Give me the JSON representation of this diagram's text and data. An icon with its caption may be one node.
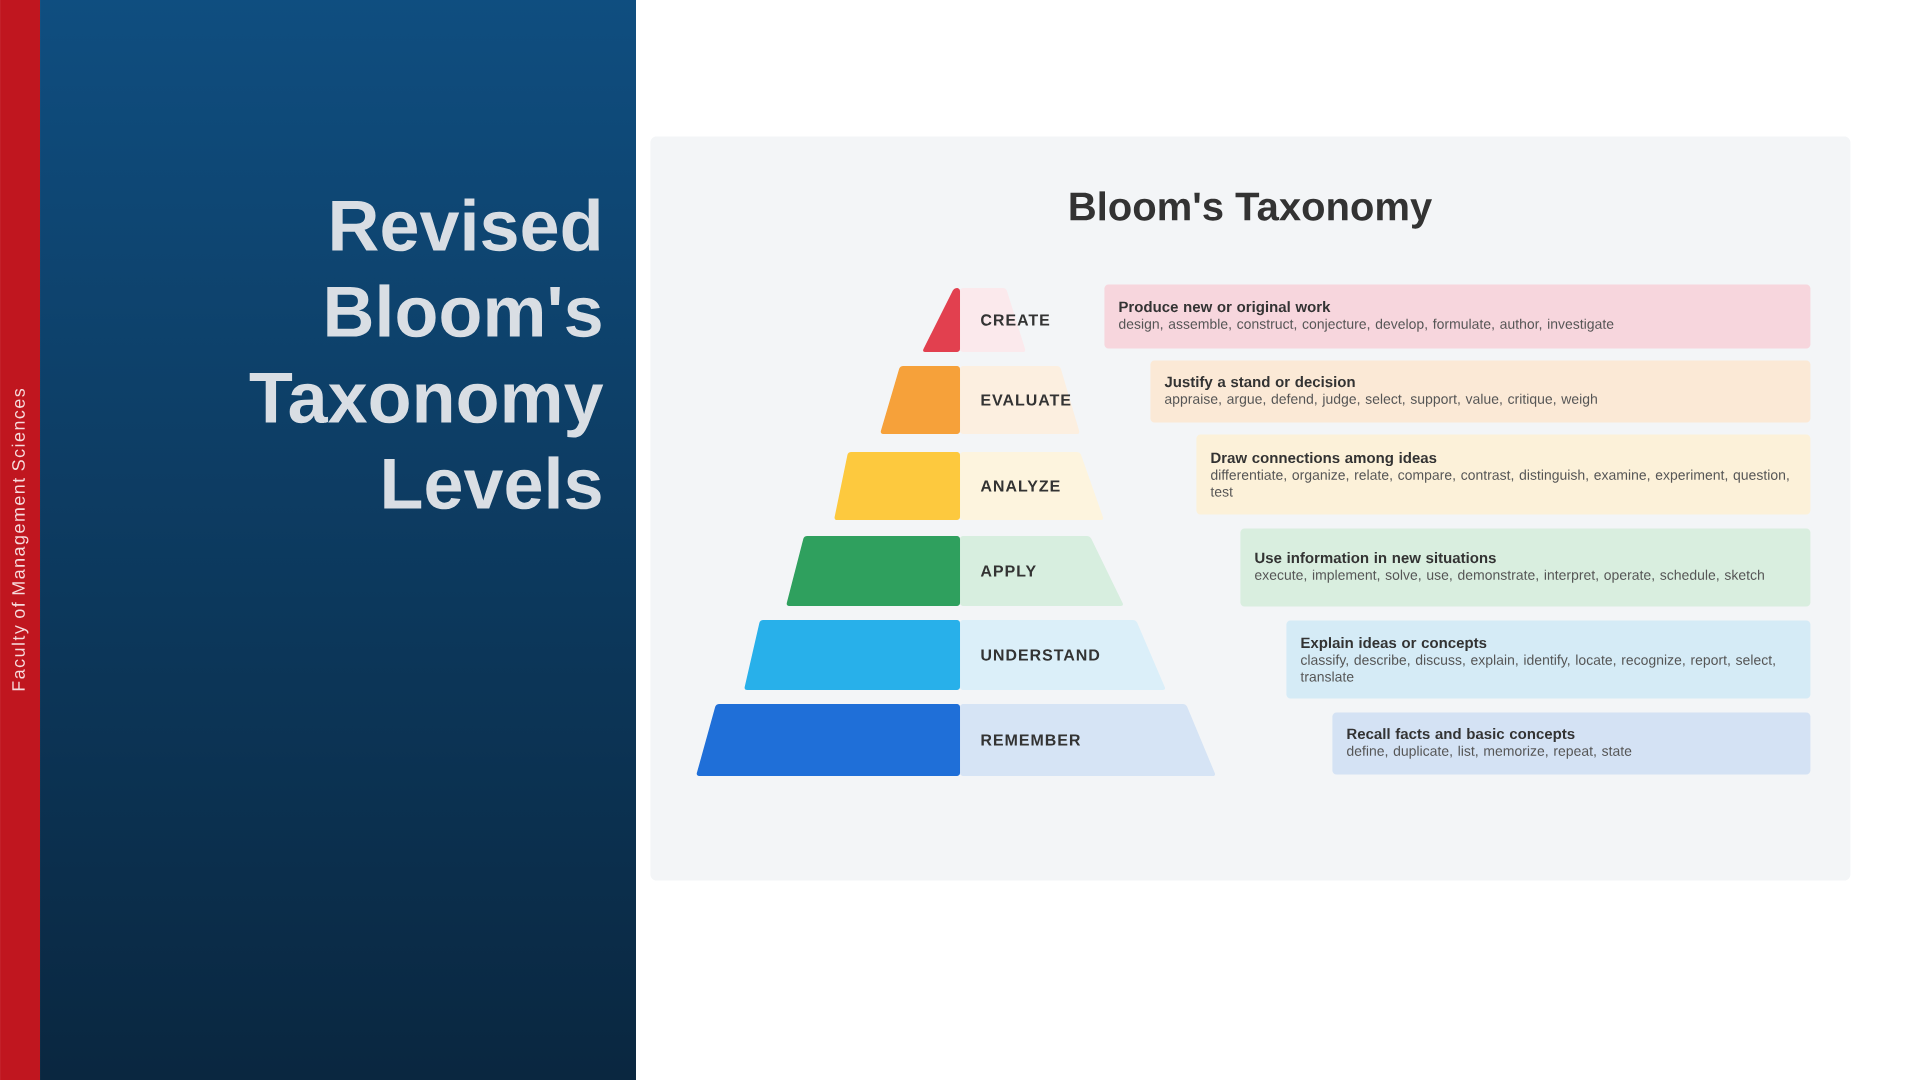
{
  "diagram": {
    "title": "Revised Bloom's Taxonomy Levels",
    "nodes": [
      {
        "text": [
          "Bloom's Taxonomy"
        ]
      },
      {
        "text": [
          "CREATE"
        ],
        "in": 0
      },
      {
        "text": [
          "Produce new or original work",
          "design, assemble, construct, conjecture, develop, formulate, author, investigate"
        ],
        "in": 0
      },
      {
        "text": [
          "EVALUATE"
        ],
        "in": 0
      },
      {
        "text": [
          "Justify a stand or decision",
          "appraise, argue, defend, judge, select, support, value, critique, weigh"
        ],
        "in": 0
      },
      {
        "text": [
          "ANALYZE"
        ],
        "in": 0
      },
      {
        "text": [
          "Draw connections among ideas",
          "differentiate, organize, relate, compare, contrast, distinguish, examine, experiment, question, test"
        ],
        "in": 0
      },
      {
        "text": [
          "APPLY"
        ],
        "in": 0
      },
      {
        "text": [
          "Use information in new situations",
          "execute, implement, solve, use, demonstrate, interpret, operate, schedule, sketch"
        ],
        "in": 0
      },
      {
        "text": [
          "UNDERSTAND"
        ],
        "in": 0
      },
      {
        "text": [
          "Explain ideas or concepts",
          "classify, describe, discuss, explain, identify, locate, recognize, report, select, translate"
        ],
        "in": 0
      },
      {
        "text": [
          "REMEMBER"
        ],
        "in": 0
      },
      {
        "text": [
          "Recall facts and basic concepts",
          "define, duplicate, list, memorize, repeat, state"
        ],
        "in": 0
      }
    ],
    "labels": [
      "Faculty of Management Sciences"
    ]
  }
}
